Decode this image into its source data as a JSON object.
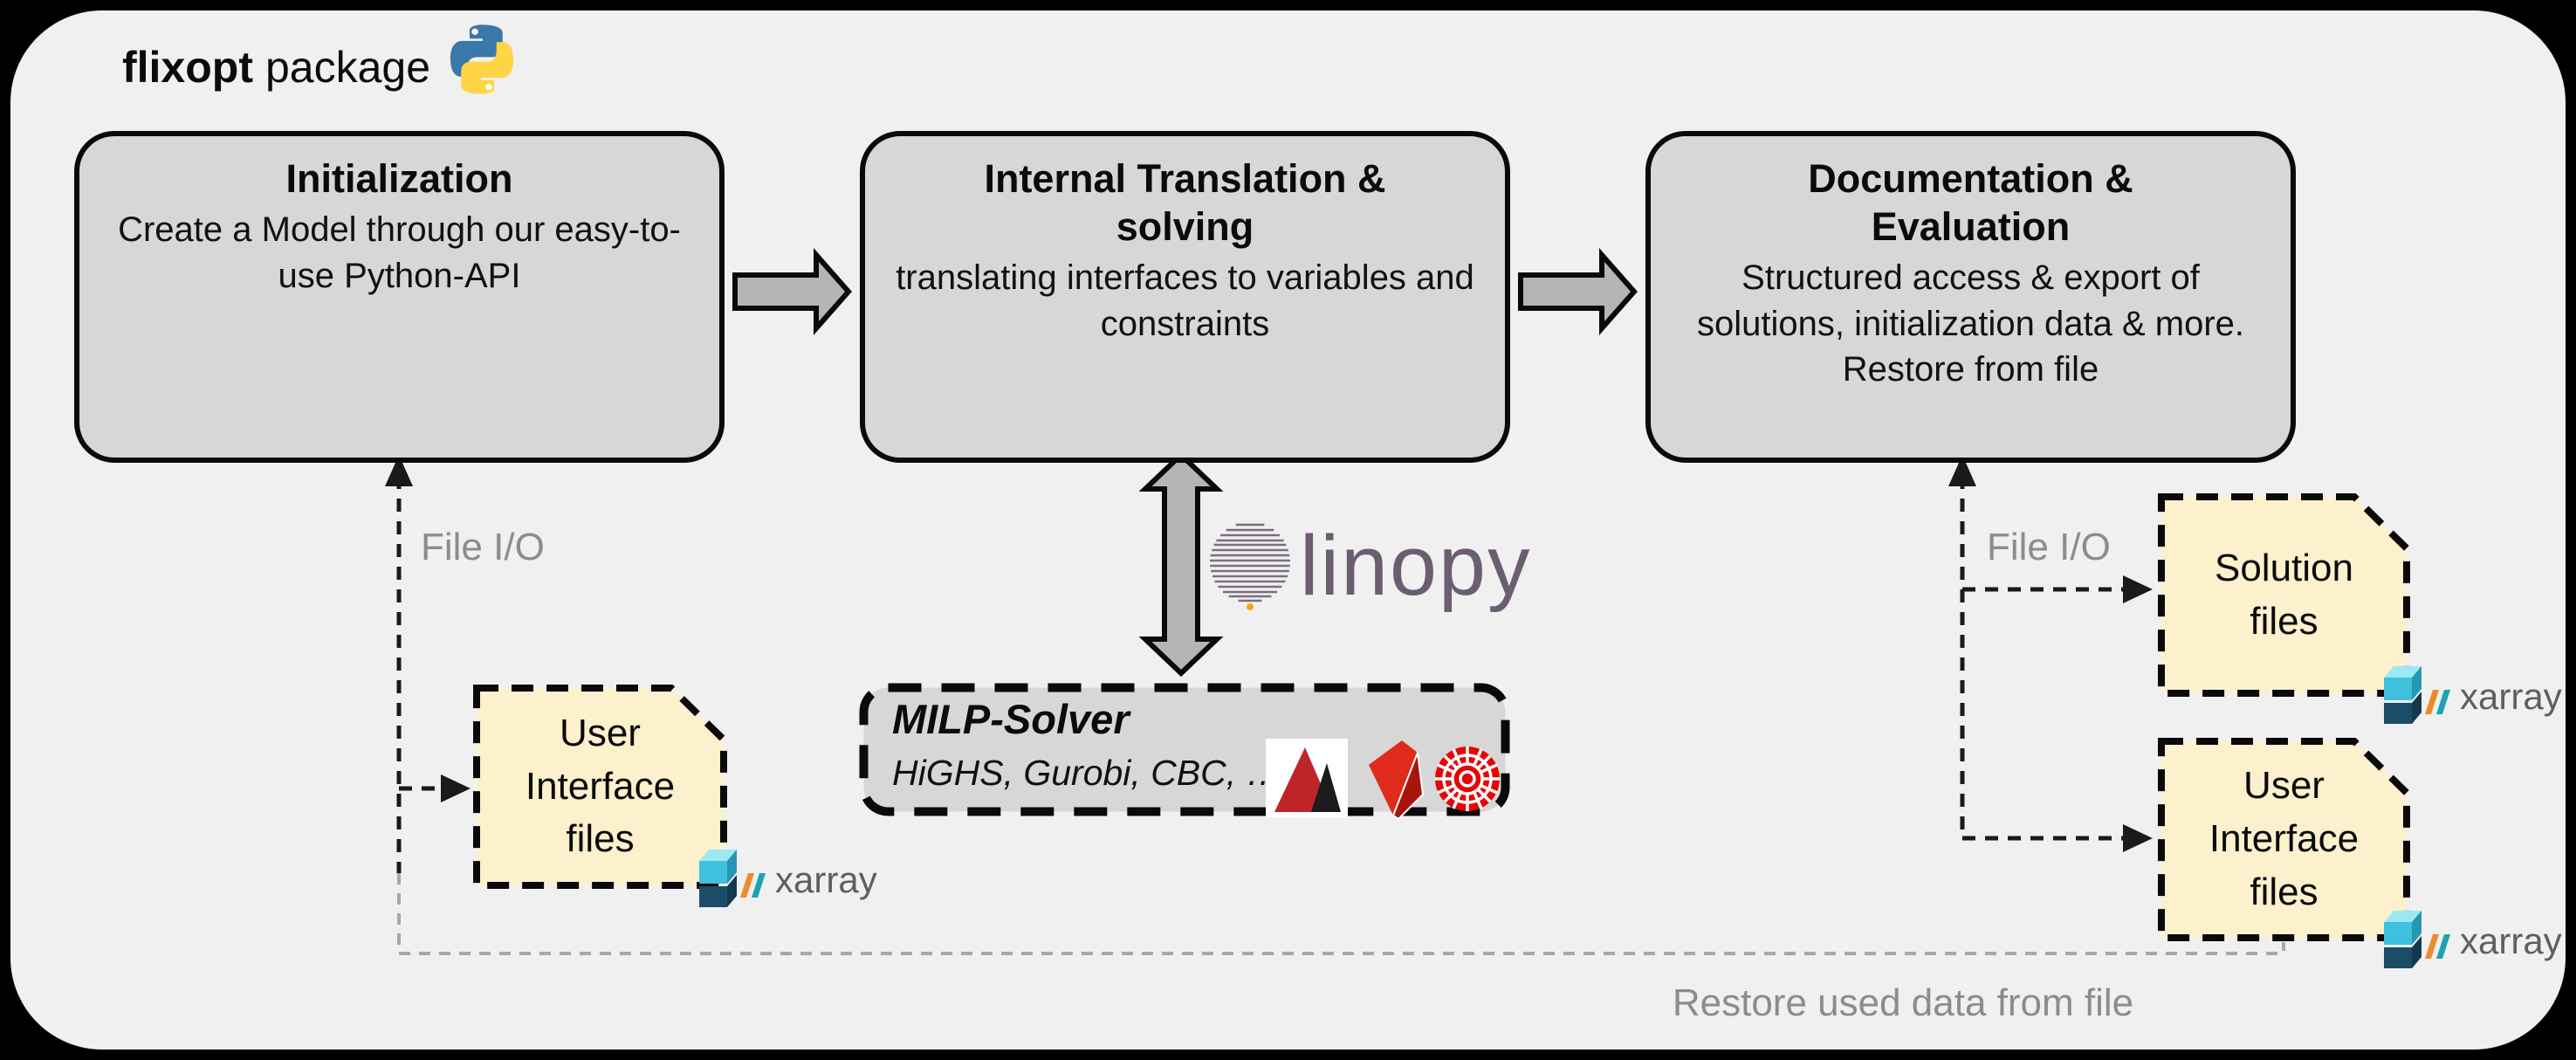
{
  "header": {
    "package_bold": "flixopt",
    "package_rest": "package"
  },
  "process_boxes": [
    {
      "title": "Initialization",
      "body": "Create a Model through our easy-to-use Python-API"
    },
    {
      "title": "Internal Translation & solving",
      "body": "translating interfaces to variables and constraints"
    },
    {
      "title": "Documentation & Evaluation",
      "body": "Structured access & export of solutions, initialization data & more. Restore from file"
    }
  ],
  "milp_box": {
    "title": "MILP-Solver",
    "subtitle": "HiGHS, Gurobi, CBC, …"
  },
  "linopy": {
    "wordmark": "linopy"
  },
  "file_boxes": {
    "left_user": "User Interface files",
    "solution": "Solution files",
    "right_user": "User Interface files"
  },
  "xarray": {
    "label": "xarray"
  },
  "connector_labels": {
    "file_io_left": "File I/O",
    "file_io_right": "File I/O",
    "restore": "Restore used data from file"
  },
  "colors": {
    "canvas_bg": "#000000",
    "panel_bg": "#f0f0f1",
    "process_box_fill": "#d7d7d7",
    "box_border": "#0a0a0a",
    "block_arrow_fill": "#b5b5b5",
    "file_box_fill": "#fdf0cd",
    "muted_text": "#8c8c8c",
    "linopy_purple": "#6b5e70",
    "python_blue": "#3b77a8",
    "python_yellow": "#ffd545",
    "xarray_light_blue": "#3fc0dc",
    "xarray_dark_blue": "#1c4d66",
    "xarray_orange": "#ec8b2a",
    "xarray_teal": "#1ba3b0",
    "solver_red": "#d92515"
  }
}
